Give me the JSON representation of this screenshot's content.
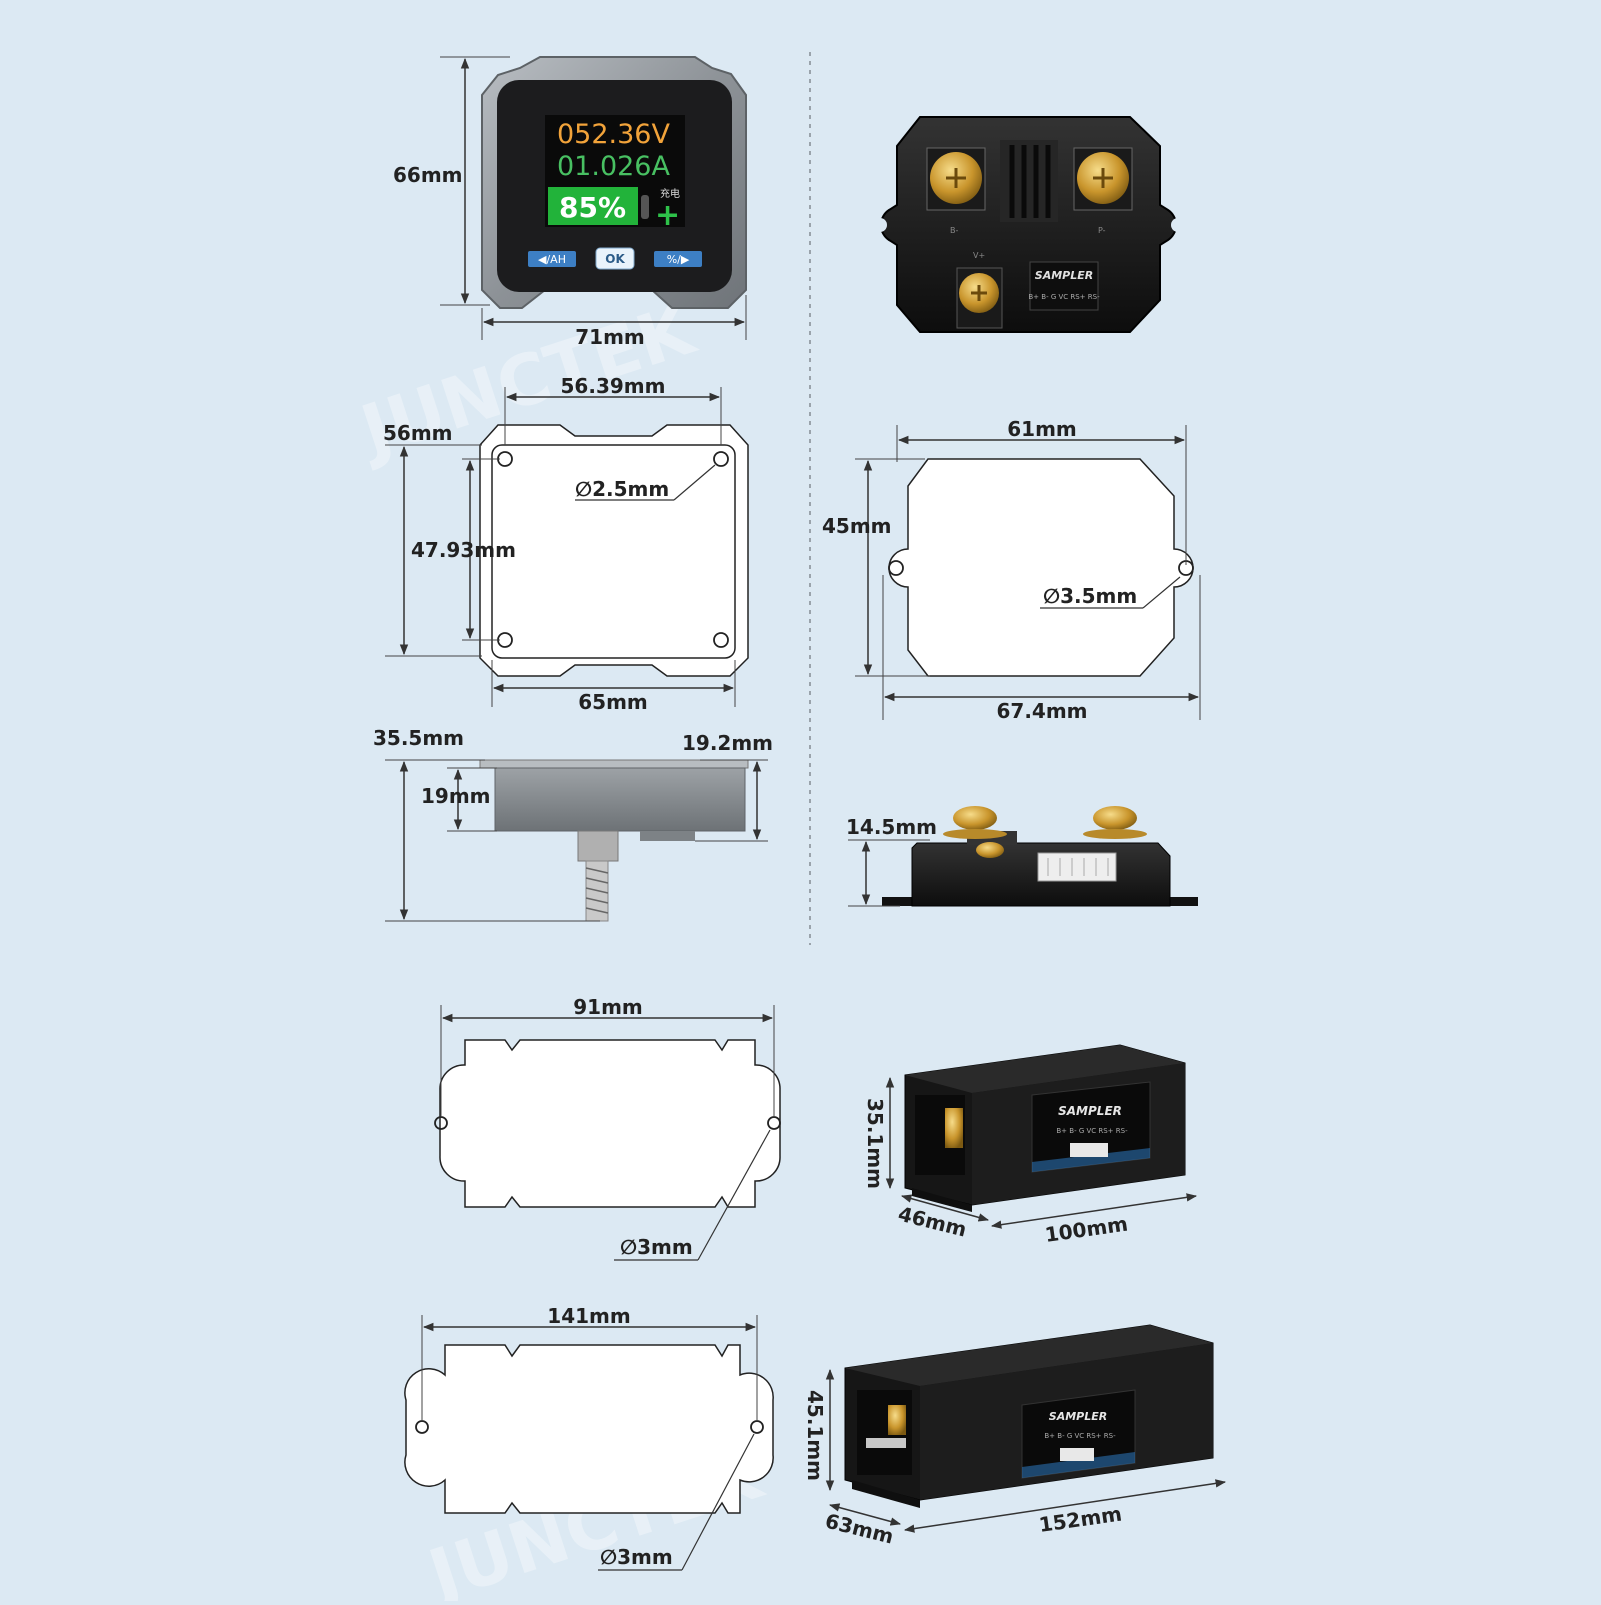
{
  "meter": {
    "voltage": "052.36V",
    "current": "01.026A",
    "percent": "85%",
    "charge_label": "充电",
    "btn_left": "◀/AH",
    "btn_ok": "OK",
    "btn_right": "%/▶"
  },
  "sampler": {
    "label": "SAMPLER",
    "pins": "B+ B- G VC RS+ RS-",
    "term_b": "B-",
    "term_p": "P-",
    "term_v": "V+"
  },
  "watermark": "JUNCTEK",
  "dims": {
    "d66": "66mm",
    "d71": "71mm",
    "d56_39": "56.39mm",
    "d56": "56mm",
    "d2_5": "∅2.5mm",
    "d47_93": "47.93mm",
    "d65": "65mm",
    "d61": "61mm",
    "d45": "45mm",
    "d3_5": "∅3.5mm",
    "d67_4": "67.4mm",
    "d35_5": "35.5mm",
    "d19_2": "19.2mm",
    "d19": "19mm",
    "d14_5": "14.5mm",
    "d91": "91mm",
    "d3a": "∅3mm",
    "d35_1": "35.1mm",
    "d46": "46mm",
    "d100": "100mm",
    "d141": "141mm",
    "d3b": "∅3mm",
    "d45_1": "45.1mm",
    "d63": "63mm",
    "d152": "152mm"
  }
}
